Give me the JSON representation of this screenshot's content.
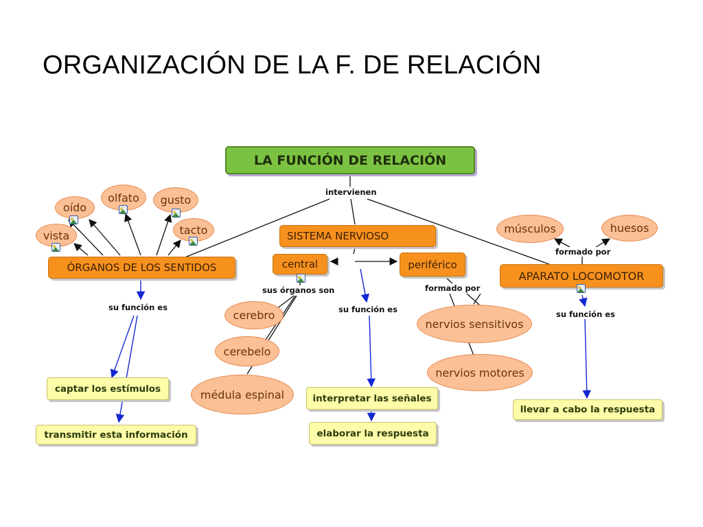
{
  "slide_title": "ORGANIZACIÓN DE LA F. DE RELACIÓN",
  "nodes": {
    "root": "LA FUNCIÓN DE RELACIÓN",
    "organos": "ÓRGANOS DE LOS SENTIDOS",
    "sistema": "SISTEMA NERVIOSO",
    "central": "central",
    "periferico": "periférico",
    "aparato": "APARATO LOCOMOTOR",
    "oido": "oído",
    "olfato": "olfato",
    "gusto": "gusto",
    "tacto": "tacto",
    "vista": "vista",
    "cerebro": "cerebro",
    "cerebelo": "cerebelo",
    "medula": "médula espinal",
    "nervios_sensitivos": "nervios sensitivos",
    "nervios_motores": "nervios motores",
    "musculos": "músculos",
    "huesos": "huesos",
    "captar": "captar los estímulos",
    "transmitir": "transmitir esta información",
    "interpretar": "interpretar las señales",
    "elaborar": "elaborar la respuesta",
    "llevar": "llevar a cabo la respuesta"
  },
  "links": {
    "intervienen": "intervienen",
    "su_funcion_es_organos": "su función  es",
    "sus_organos_son": "sus órganos son",
    "su_funcion_es_sistema": "su función es",
    "formado_por_periferico": "formado por",
    "formado_por_aparato": "formado por",
    "su_funcion_es_aparato": "su función es"
  },
  "colors": {
    "root_fill": "#7cc242",
    "main_fill": "#f7911e",
    "concept_fill": "#fbc095",
    "result_fill": "#fdfca8",
    "arrow_black": "#111111",
    "arrow_blue": "#1428d2"
  },
  "icons": [
    "image-icon"
  ]
}
